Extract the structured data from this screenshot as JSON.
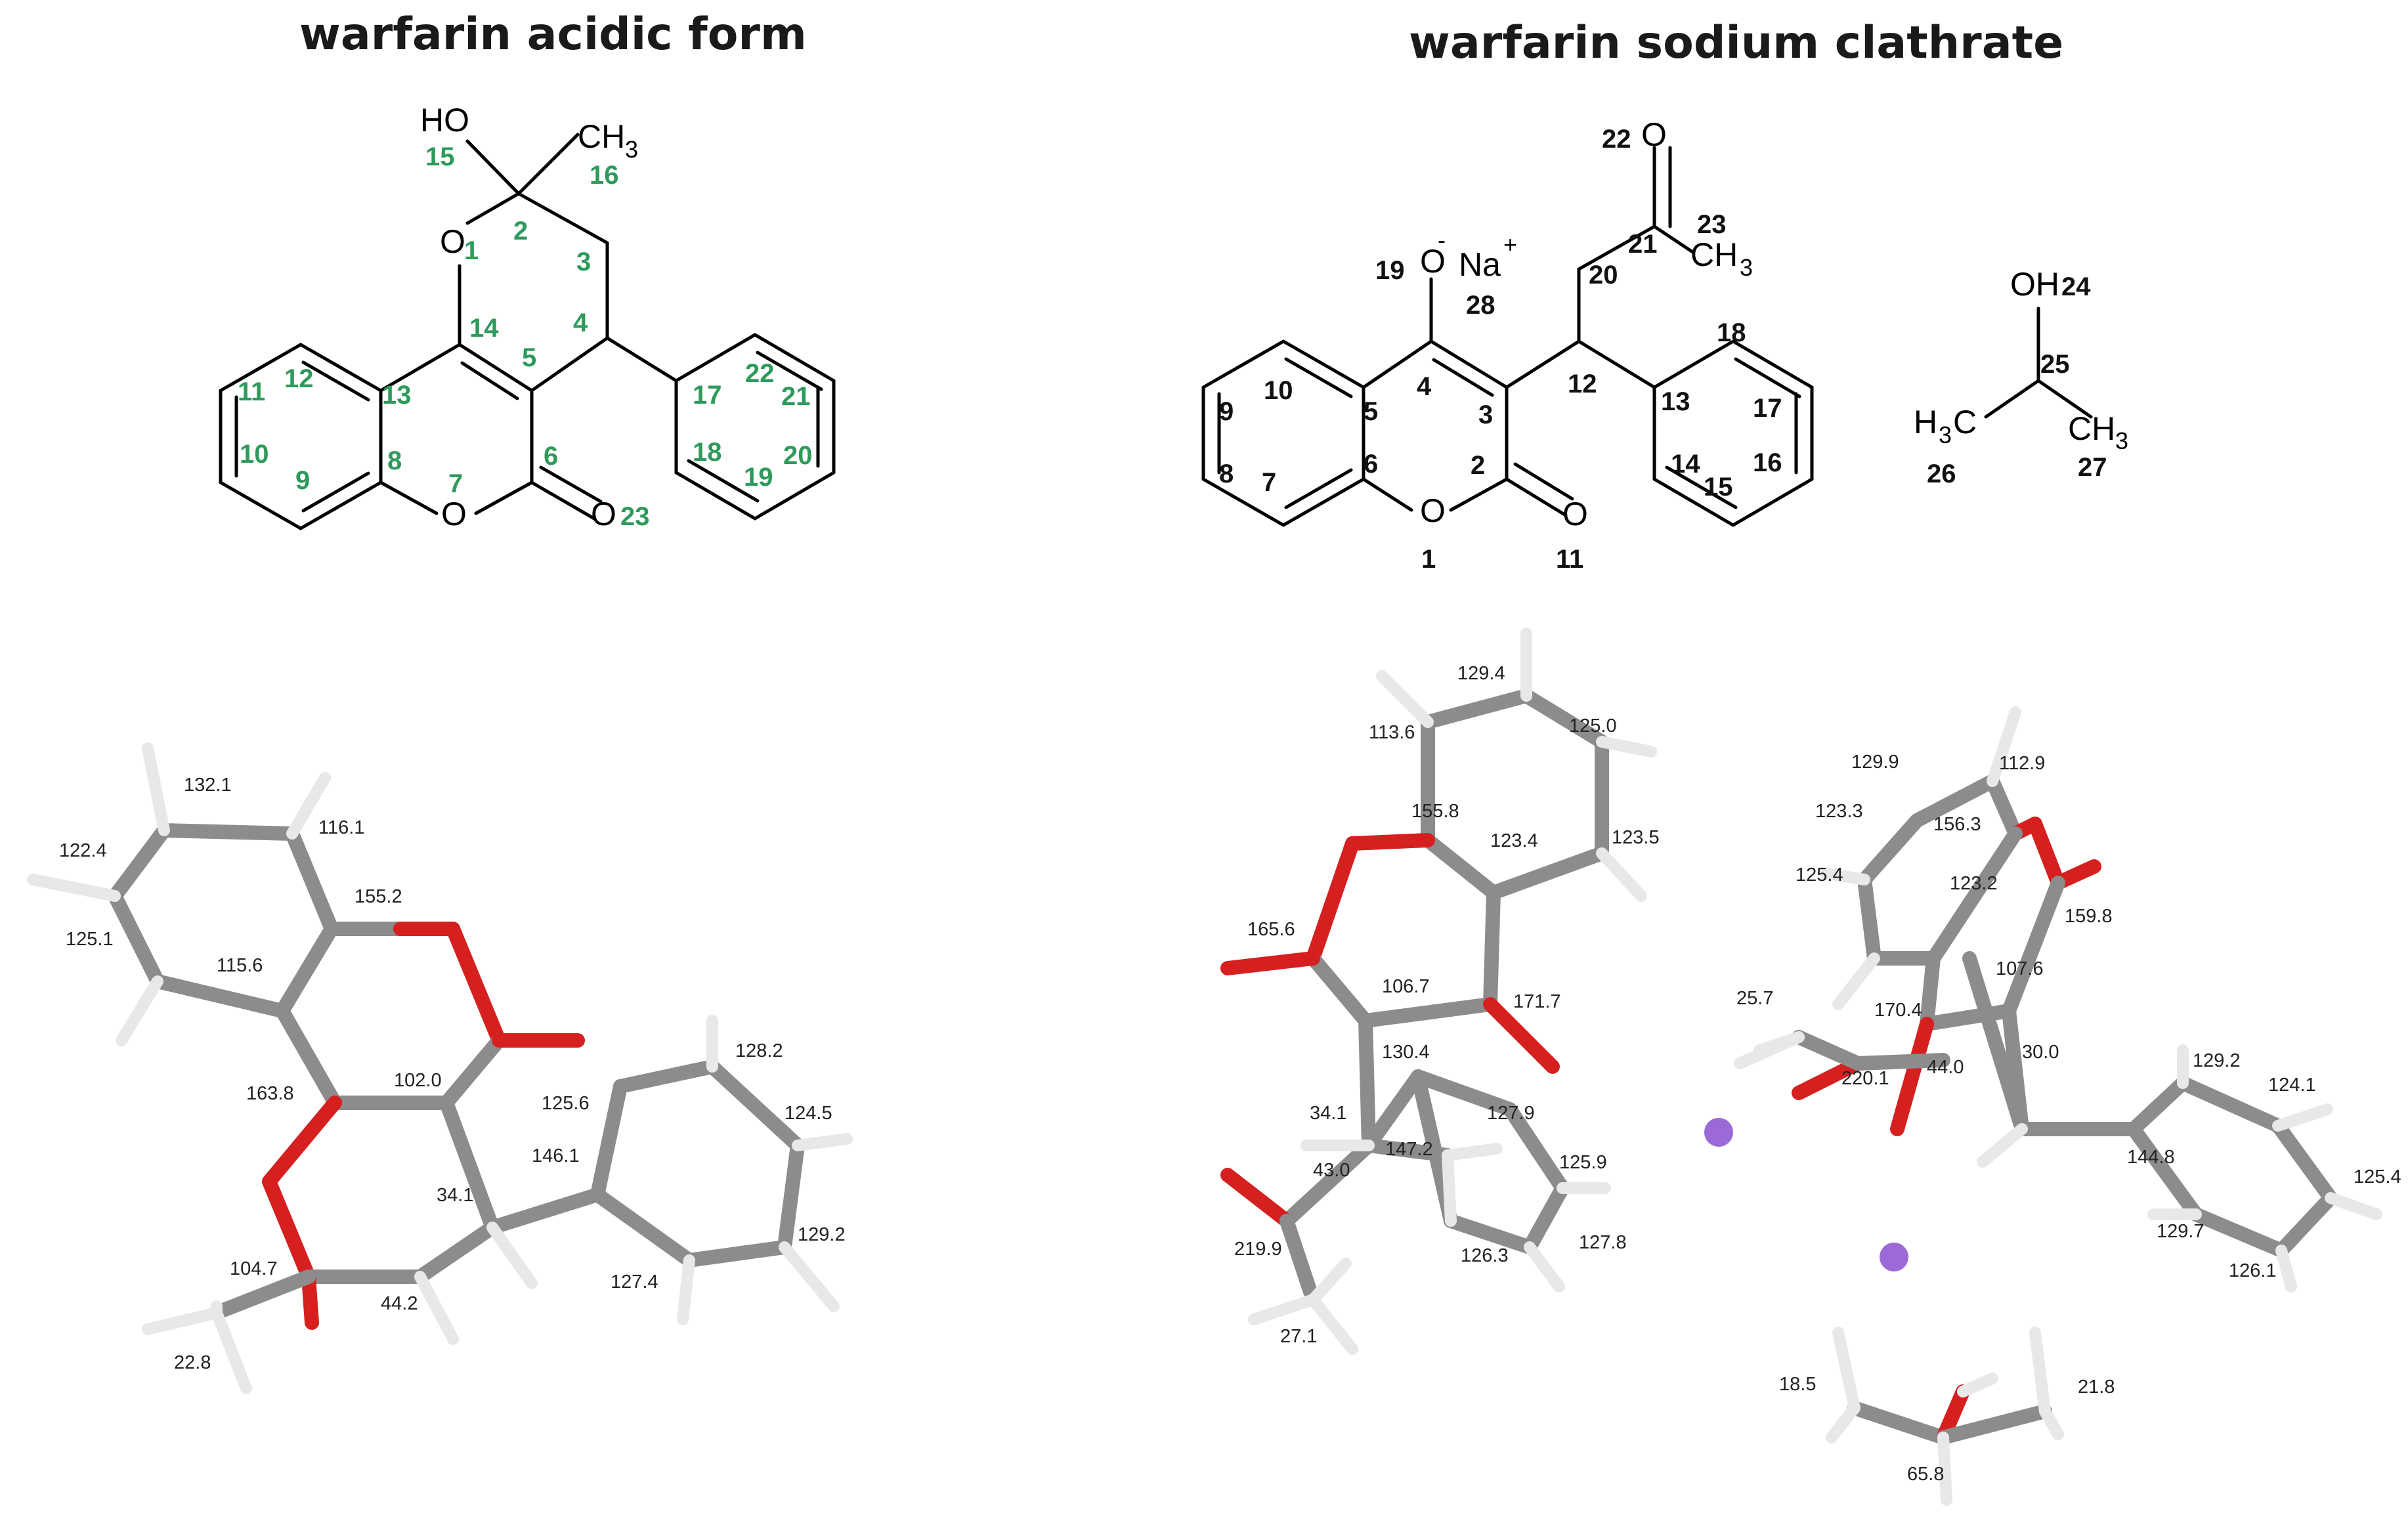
{
  "titles": {
    "left": "warfarin acidic form",
    "right": "warfarin sodium clathrate"
  },
  "left_structure": {
    "atoms": {
      "HO": "HO",
      "CH": "CH",
      "sub3": "3",
      "O1": "O",
      "O7": "O",
      "O23": "O"
    },
    "numbers": [
      "15",
      "16",
      "1",
      "2",
      "3",
      "4",
      "14",
      "5",
      "13",
      "12",
      "11",
      "10",
      "9",
      "8",
      "7",
      "6",
      "23",
      "17",
      "22",
      "21",
      "18",
      "19",
      "20"
    ]
  },
  "right_structure": {
    "atoms": {
      "O19": "O",
      "minus": "-",
      "Na": "Na",
      "plus": "+",
      "O22": "O",
      "CH": "CH",
      "sub3": "3",
      "O1": "O",
      "O11": "O",
      "OH": "OH",
      "H3C_H": "H",
      "H3C_3": "3",
      "H3C_C": "C",
      "CH3_CH": "CH",
      "CH3_3": "3"
    },
    "numbers": [
      "22",
      "23",
      "21",
      "19",
      "28",
      "20",
      "4",
      "3",
      "12",
      "18",
      "13",
      "17",
      "10",
      "5",
      "9",
      "8",
      "6",
      "2",
      "7",
      "14",
      "16",
      "15",
      "1",
      "11",
      "24",
      "25",
      "26",
      "27"
    ]
  },
  "left_3d_shifts": [
    "132.1",
    "116.1",
    "122.4",
    "155.2",
    "125.1",
    "115.6",
    "163.8",
    "102.0",
    "128.2",
    "125.6",
    "124.5",
    "146.1",
    "34.1",
    "104.7",
    "44.2",
    "127.4",
    "129.2",
    "22.8"
  ],
  "right_3d_shifts": [
    "129.4",
    "113.6",
    "125.0",
    "155.8",
    "123.4",
    "123.5",
    "165.6",
    "106.7",
    "171.7",
    "130.4",
    "34.1",
    "127.9",
    "147.2",
    "125.9",
    "43.0",
    "219.9",
    "126.3",
    "127.8",
    "27.1",
    "129.9",
    "112.9",
    "123.3",
    "156.3",
    "125.4",
    "123.2",
    "159.8",
    "25.7",
    "170.4",
    "107.6",
    "44.0",
    "30.0",
    "220.1",
    "129.2",
    "124.1",
    "144.8",
    "125.4",
    "129.7",
    "126.1",
    "18.5",
    "21.8",
    "65.8"
  ],
  "colors": {
    "carbon": "#8c8c8c",
    "oxygen": "#d62020",
    "hydrogen": "#e8e8e8",
    "sodium": "#9b6ad6",
    "green_label": "#2e9a5b"
  }
}
